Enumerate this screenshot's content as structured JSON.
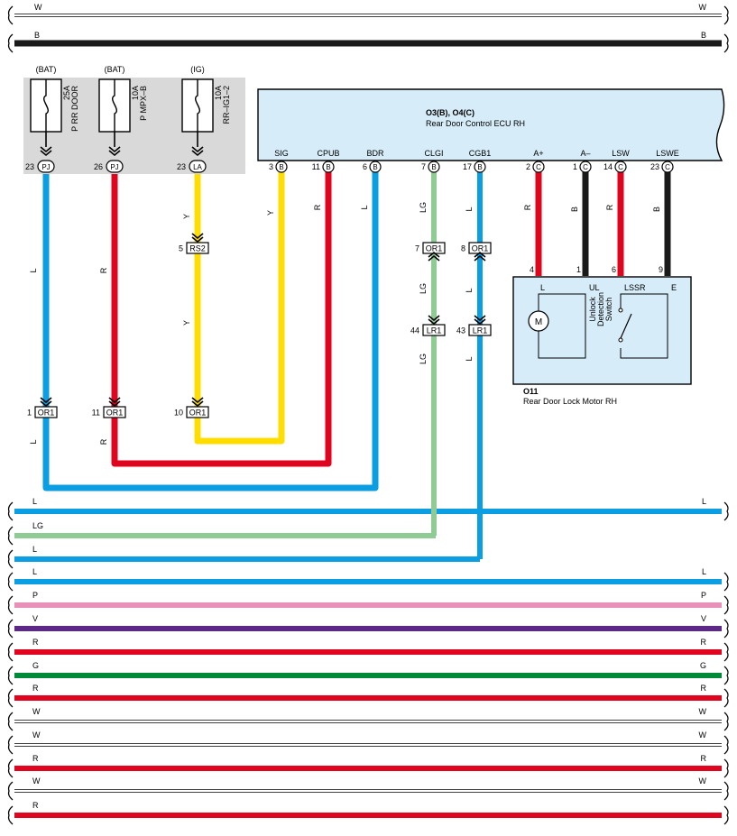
{
  "colors": {
    "W": "#ffffff",
    "B": "#1a1a1a",
    "L": "#0c9ee2",
    "R": "#e1041e",
    "Y": "#ffdd00",
    "LG": "#8fcb95",
    "P": "#e88fba",
    "V": "#5c2a86",
    "G": "#008a3a",
    "fuse_box": "#d9d9d9",
    "ecu_box": "#d6ecf8"
  },
  "bus_top": [
    {
      "code": "W",
      "label": "W"
    },
    {
      "code": "B",
      "label": "B"
    }
  ],
  "bus_bottom": [
    {
      "code": "L",
      "label": "L",
      "right": true
    },
    {
      "code": "LG",
      "label": "LG",
      "right": false
    },
    {
      "code": "L",
      "label": "L",
      "right": false
    },
    {
      "code": "L",
      "label": "L",
      "right": true
    },
    {
      "code": "P",
      "label": "P",
      "right": true
    },
    {
      "code": "V",
      "label": "V",
      "right": true
    },
    {
      "code": "R",
      "label": "R",
      "right": true
    },
    {
      "code": "G",
      "label": "G",
      "right": true
    },
    {
      "code": "R",
      "label": "R",
      "right": true
    },
    {
      "code": "W",
      "label": "W",
      "right": true
    },
    {
      "code": "W",
      "label": "W",
      "right": true
    },
    {
      "code": "R",
      "label": "R",
      "right": true
    },
    {
      "code": "W",
      "label": "W",
      "right": true
    },
    {
      "code": "R",
      "label": "R",
      "right": false
    }
  ],
  "fuses": [
    {
      "source": "(BAT)",
      "amp": "25A",
      "name": "P RR DOOR",
      "pin": "23",
      "conn": "PJ"
    },
    {
      "source": "(BAT)",
      "amp": "10A",
      "name": "P MPX–B",
      "pin": "26",
      "conn": "PJ"
    },
    {
      "source": "(IG)",
      "amp": "10A",
      "name": "RR–IG1–2",
      "pin": "23",
      "conn": "LA"
    }
  ],
  "ecu": {
    "ref": "O3(B), O4(C)",
    "name": "Rear Door Control ECU RH",
    "terminals": [
      {
        "name": "SIG",
        "pin": "3",
        "conn": "B"
      },
      {
        "name": "CPUB",
        "pin": "11",
        "conn": "B"
      },
      {
        "name": "BDR",
        "pin": "6",
        "conn": "B"
      },
      {
        "name": "CLGI",
        "pin": "7",
        "conn": "B"
      },
      {
        "name": "CGB1",
        "pin": "17",
        "conn": "B"
      },
      {
        "name": "A+",
        "pin": "2",
        "conn": "C"
      },
      {
        "name": "A–",
        "pin": "1",
        "conn": "C"
      },
      {
        "name": "LSW",
        "pin": "14",
        "conn": "C"
      },
      {
        "name": "LSWE",
        "pin": "23",
        "conn": "C"
      }
    ]
  },
  "connectors": [
    {
      "id": "RS2",
      "pin": "5"
    },
    {
      "id": "OR1",
      "pin": "7"
    },
    {
      "id": "OR1",
      "pin": "8"
    },
    {
      "id": "LR1",
      "pin": "44"
    },
    {
      "id": "LR1",
      "pin": "43"
    },
    {
      "id": "OR1",
      "pin": "1"
    },
    {
      "id": "OR1",
      "pin": "11"
    },
    {
      "id": "OR1",
      "pin": "10"
    }
  ],
  "motor": {
    "ref": "O11",
    "name": "Rear Door Lock Motor RH",
    "pins": [
      "4",
      "1",
      "6",
      "9"
    ],
    "terms": [
      "L",
      "UL",
      "LSSR",
      "E"
    ],
    "m_symbol": "M",
    "switch_lines": [
      "Unlock",
      "Detection",
      "Switch"
    ]
  }
}
